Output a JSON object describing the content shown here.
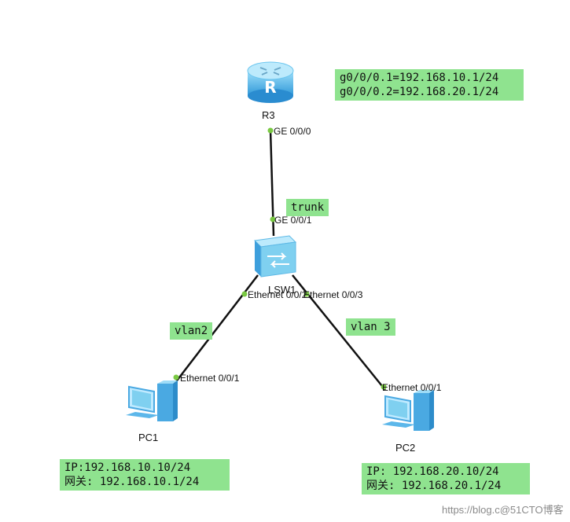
{
  "devices": {
    "router": {
      "name": "R3",
      "port": "GE 0/0/0"
    },
    "switch": {
      "name": "LSW1",
      "port_up": "GE 0/0/1",
      "port_left": "Ethernet 0/0/2",
      "port_right": "Ethernet 0/0/3"
    },
    "pc1": {
      "name": "PC1",
      "port": "Ethernet 0/0/1"
    },
    "pc2": {
      "name": "PC2",
      "port": "Ethernet 0/0/1"
    }
  },
  "notes": {
    "router_sub": [
      "g0/0/0.1=192.168.10.1/24",
      "g0/0/0.2=192.168.20.1/24"
    ],
    "trunk": "trunk",
    "vlan2": "vlan2",
    "vlan3": "vlan 3",
    "pc1_ip": [
      "IP:192.168.10.10/24",
      "网关: 192.168.10.1/24"
    ],
    "pc2_ip": [
      "IP: 192.168.20.10/24",
      "网关: 192.168.20.1/24"
    ]
  },
  "watermark": "https://blog.c@51CTO博客",
  "colors": {
    "note_bg": "#8fe38f",
    "port_dot": "#7ac943",
    "router": "#5bb8ea",
    "switch": "#7fd0f0",
    "pc": "#6ec3ee"
  }
}
